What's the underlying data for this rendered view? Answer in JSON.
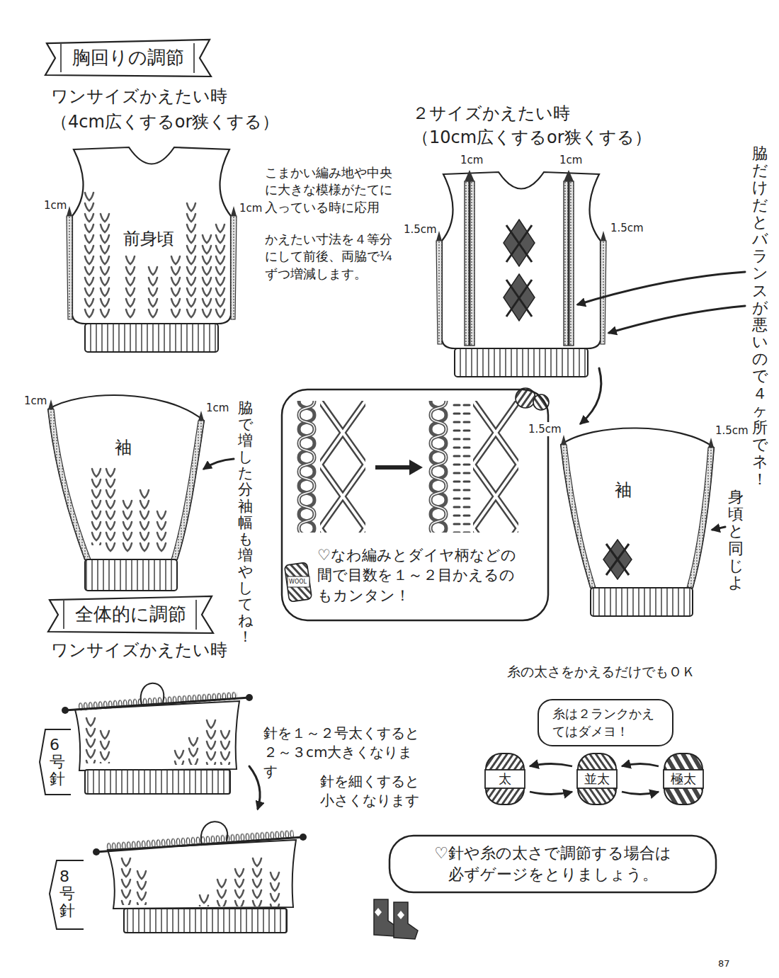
{
  "diagram": {
    "nodes": [
      {
        "text": [
          "胸回りの調節"
        ]
      },
      {
        "text": [
          "前身頃"
        ]
      },
      {
        "text": [
          "袖"
        ]
      },
      {
        "text": [
          "♡なわ編みとダイヤ柄などの間で目数を１～２目かえるのもカンタン！"
        ]
      },
      {
        "text": [
          "袖"
        ]
      },
      {
        "text": [
          "全体的に調節"
        ]
      },
      {
        "text": [
          "糸は２ランクかえてはダメヨ！"
        ]
      },
      {
        "text": [
          "太"
        ]
      },
      {
        "text": [
          "並太"
        ]
      },
      {
        "text": [
          "極太"
        ]
      },
      {
        "text": [
          "♡針や糸の太さで調節する場合は必ずゲージをとりましょう。"
        ]
      }
    ],
    "edges": [
      {
        "from": 8,
        "to": 7,
        "arrow": "to"
      },
      {
        "from": 7,
        "to": 8,
        "arrow": "to"
      },
      {
        "from": 9,
        "to": 8,
        "arrow": "to"
      },
      {
        "from": 8,
        "to": 9,
        "arrow": "to"
      }
    ],
    "labels": [
      "ワンサイズかえたい時",
      "（4cm広くするor狭くする）",
      "２サイズかえたい時",
      "（10cm広くするor狭くする）",
      "1cm",
      "1cm",
      "こまかい編み地や中央に大きな模様がたてに入っている時に応用",
      "1cm",
      "1cm",
      "かえたい寸法を４等分にして前後、両脇で¼ずつ増減します。",
      "1.5cm",
      "1.5cm",
      "脇だけだとバランスが悪いので４ヶ所でネ！",
      "1cm",
      "1cm",
      "脇で増した分袖幅も増やしてね！",
      "1.5cm",
      "1.5cm",
      "身頃と同じよ",
      "WOOL",
      "ワンサイズかえたい時",
      "糸の太さをかえるだけでもＯＫ",
      "6号針",
      "針を１～２号太くすると２～３cm大きくなります",
      "針を細くすると小さくなります",
      "8号針",
      "87"
    ]
  }
}
